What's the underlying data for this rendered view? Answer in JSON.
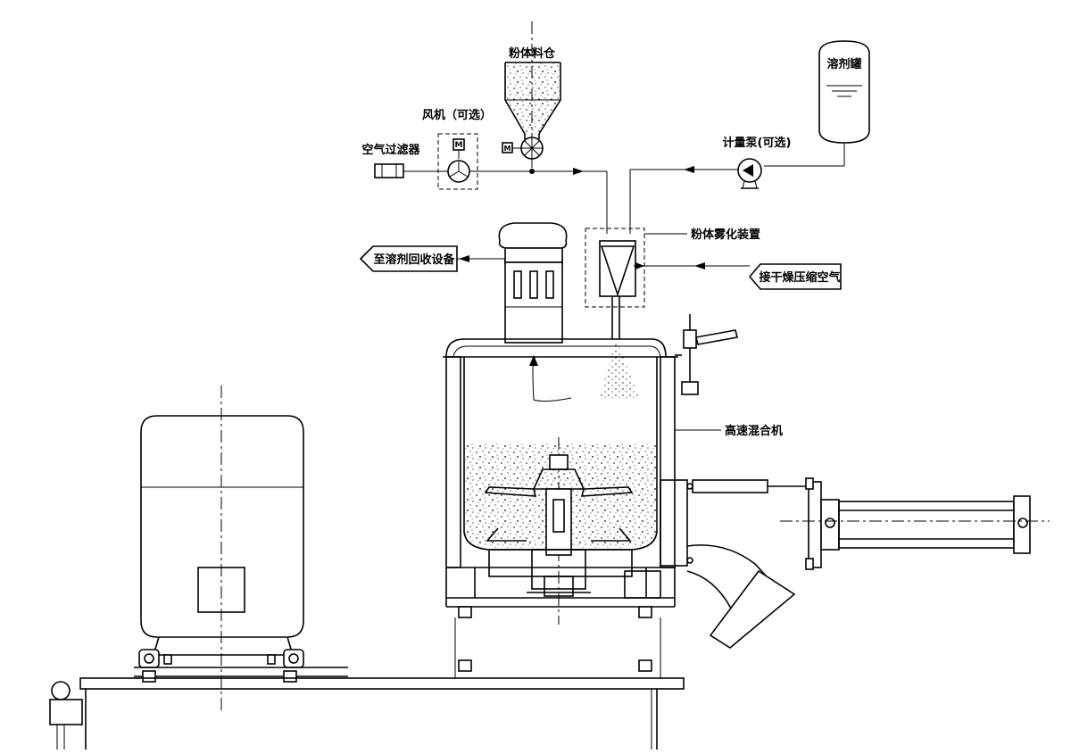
{
  "labels": {
    "powder_bin": "粉体料仓",
    "fan": "风机（可选）",
    "air_filter": "空气过滤器",
    "solvent_tank": "溶剂罐",
    "metering_pump": "计量泵(可选)",
    "atomizer": "粉体雾化装置",
    "to_recovery": "至溶剂回收设备",
    "dry_air": "接干燥压缩空气",
    "mixer": "高速混合机"
  },
  "symbols": {
    "fan_motor": "M",
    "bin_motor": "M"
  }
}
